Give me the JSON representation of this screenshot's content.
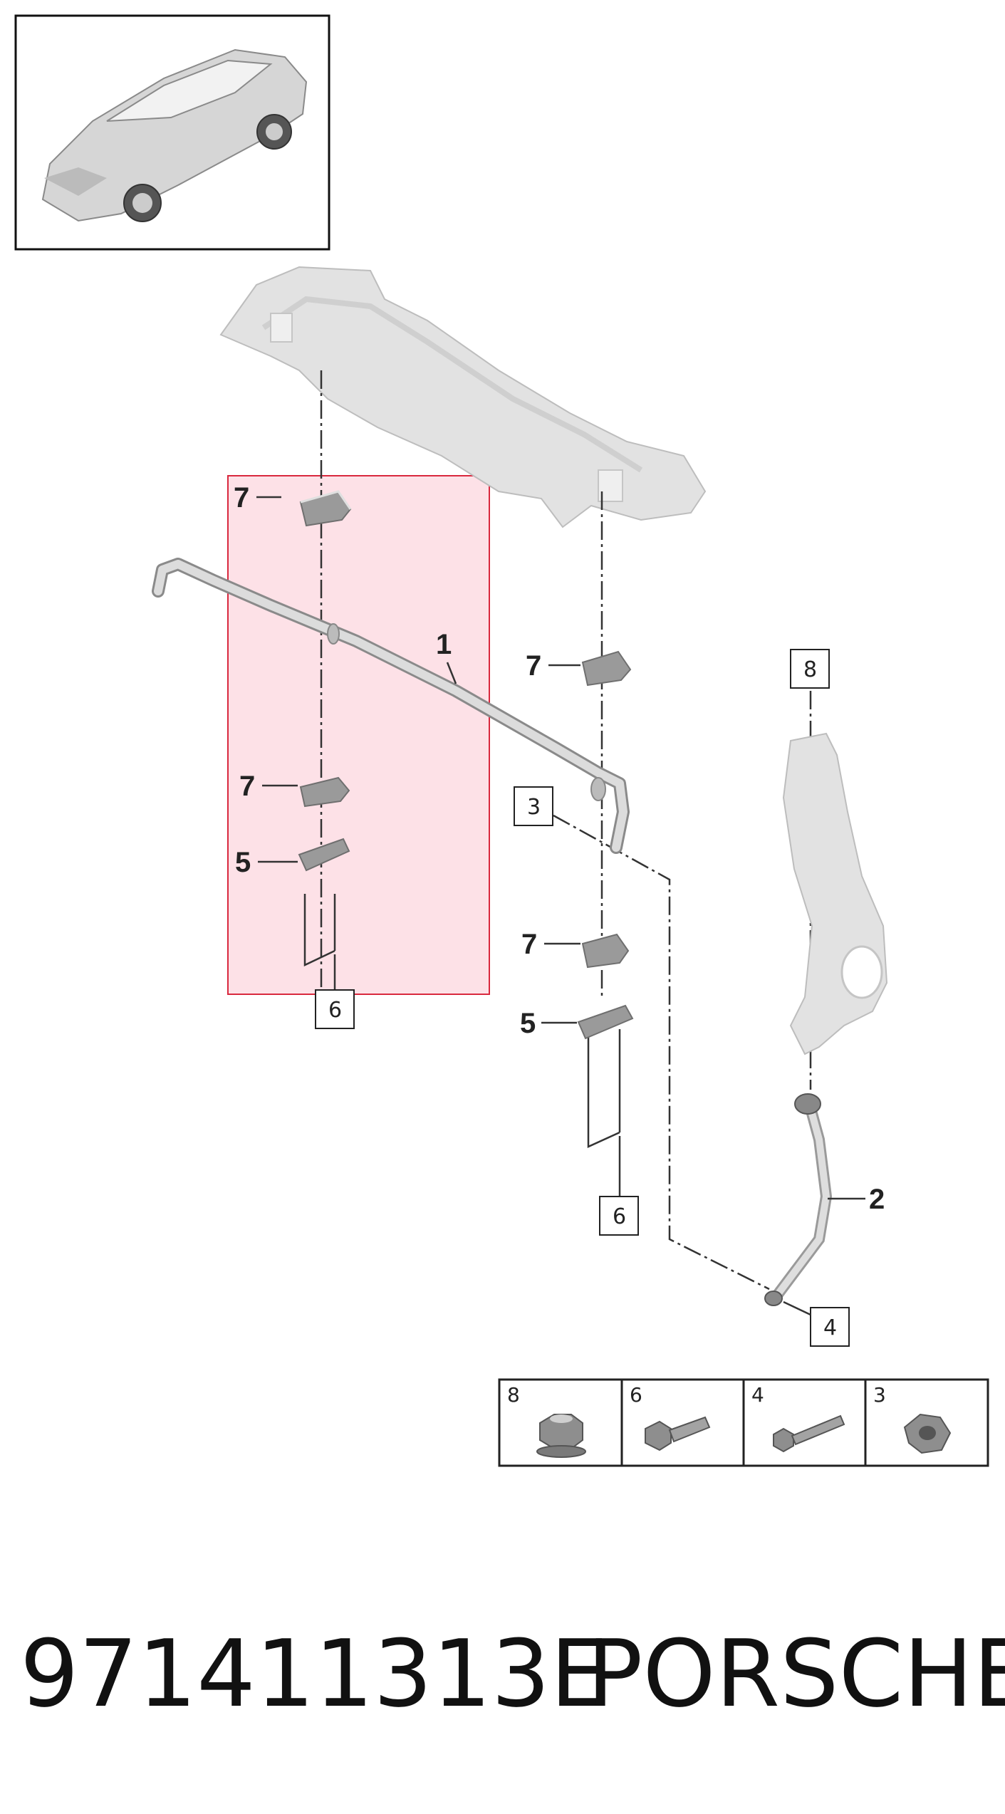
{
  "callouts": {
    "c1": "1",
    "c2": "2",
    "c3": "3",
    "c4": "4",
    "c5a": "5",
    "c5b": "5",
    "c6a": "6",
    "c6b": "6",
    "c7a": "7",
    "c7b": "7",
    "c7c": "7",
    "c7d": "7",
    "c8": "8"
  },
  "hardware_table": {
    "cells": [
      {
        "label": "8",
        "icon": "flange-nut-icon"
      },
      {
        "label": "6",
        "icon": "short-bolt-icon"
      },
      {
        "label": "4",
        "icon": "long-bolt-icon"
      },
      {
        "label": "3",
        "icon": "hex-nut-icon"
      }
    ]
  },
  "footer": {
    "part_number": "971411313E",
    "brand": "PORSCHE"
  },
  "colors": {
    "highlight_fill": "#fde1e7",
    "highlight_stroke": "#d9283e",
    "part_gray": "#e2e2e2",
    "line": "#333333"
  }
}
